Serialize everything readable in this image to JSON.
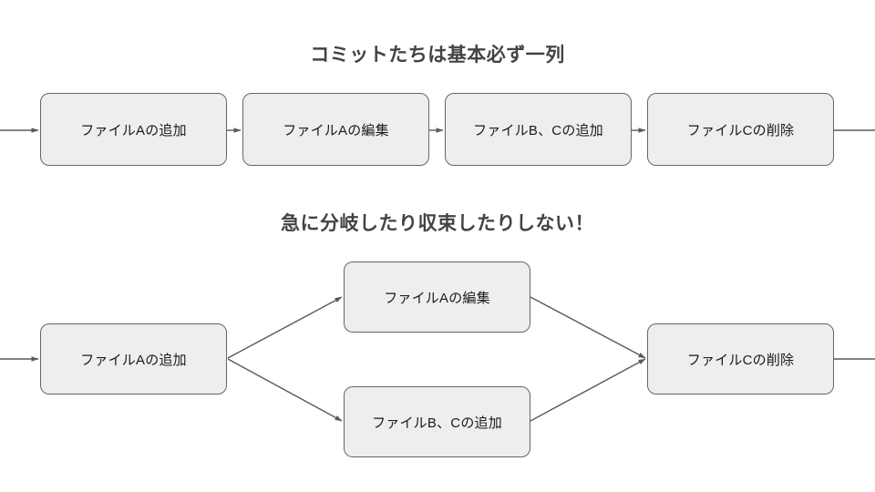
{
  "diagram": {
    "background_color": "#ffffff",
    "node_fill": "#eeeeee",
    "node_border": "#666666",
    "edge_color": "#5a5a5a",
    "title_color": "#434343",
    "sections": [
      {
        "title": "コミットたちは基本必ず一列",
        "layout": "linear-chain",
        "nodes": [
          {
            "id": "n1-1",
            "label": "ファイルAの追加"
          },
          {
            "id": "n1-2",
            "label": "ファイルAの編集"
          },
          {
            "id": "n1-3",
            "label": "ファイルB、Cの追加"
          },
          {
            "id": "n1-4",
            "label": "ファイルCの削除"
          }
        ],
        "edges": [
          {
            "from": "left-edge",
            "to": "n1-1",
            "arrow": true
          },
          {
            "from": "n1-1",
            "to": "n1-2",
            "arrow": true
          },
          {
            "from": "n1-2",
            "to": "n1-3",
            "arrow": true
          },
          {
            "from": "n1-3",
            "to": "n1-4",
            "arrow": true
          },
          {
            "from": "n1-4",
            "to": "right-edge",
            "arrow": false
          }
        ]
      },
      {
        "title": "急に分岐したり収束したりしない！",
        "layout": "branch-and-merge",
        "nodes": [
          {
            "id": "n2-1",
            "label": "ファイルAの追加"
          },
          {
            "id": "n2-2",
            "label": "ファイルAの編集"
          },
          {
            "id": "n2-3",
            "label": "ファイルB、Cの追加"
          },
          {
            "id": "n2-4",
            "label": "ファイルCの削除"
          }
        ],
        "edges": [
          {
            "from": "left-edge",
            "to": "n2-1",
            "arrow": true
          },
          {
            "from": "n2-1",
            "to": "n2-2",
            "arrow": true
          },
          {
            "from": "n2-1",
            "to": "n2-3",
            "arrow": true
          },
          {
            "from": "n2-2",
            "to": "n2-4",
            "arrow": true
          },
          {
            "from": "n2-3",
            "to": "n2-4",
            "arrow": true
          },
          {
            "from": "n2-4",
            "to": "right-edge",
            "arrow": false
          }
        ]
      }
    ]
  }
}
